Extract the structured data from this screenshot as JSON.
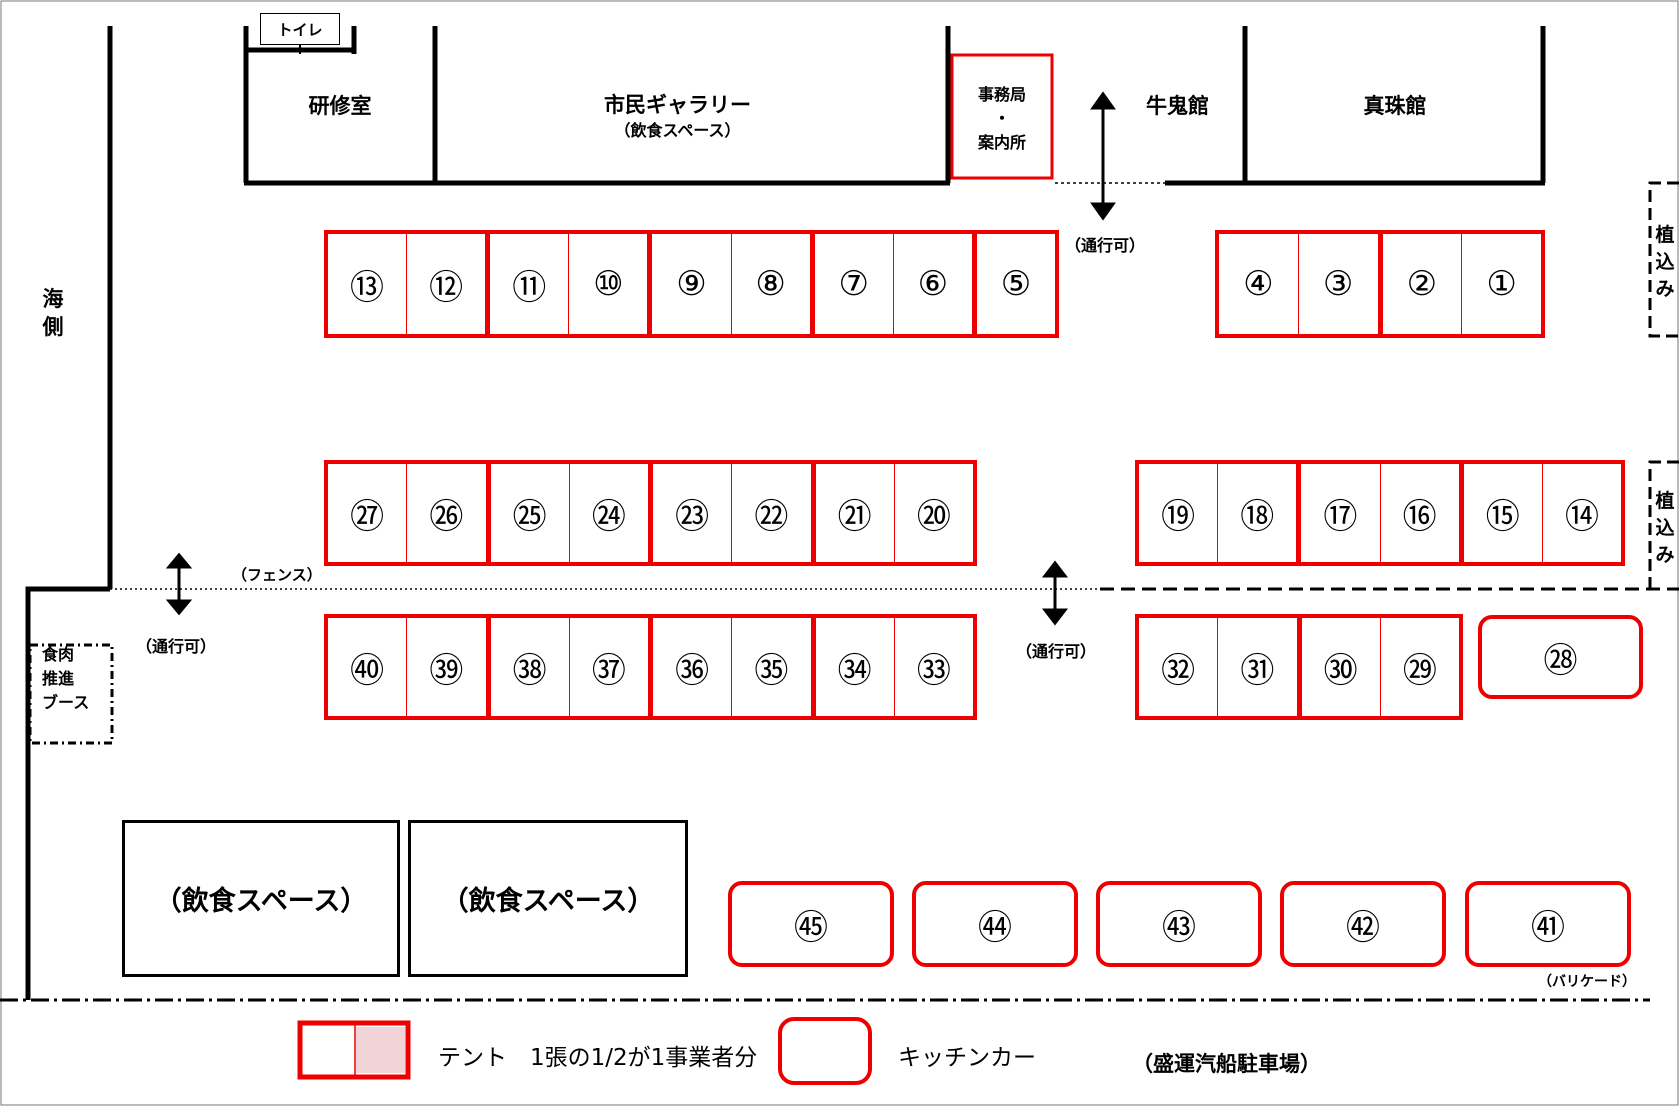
{
  "rooms": {
    "toilet": "トイレ",
    "training": "研修室",
    "gallery": "市民ギャラリー",
    "gallery_sub": "（飲食スペース）",
    "office_1": "事務局",
    "office_dot": "・",
    "office_2": "案内所",
    "gyuki": "牛鬼館",
    "shinju": "真珠館"
  },
  "labels": {
    "sea_1": "海",
    "sea_2": "側",
    "passable": "（通行可）",
    "fence": "（フェンス）",
    "planting": [
      "植",
      "込",
      "み"
    ],
    "meat_booth": [
      "食肉",
      "推進",
      "ブース"
    ],
    "barricade": "（バリケード）",
    "dining_space": "（飲食スペース）"
  },
  "tent_rows": {
    "row1_left": [
      "⑬",
      "⑫",
      "⑪",
      "⑩",
      "⑨",
      "⑧",
      "⑦",
      "⑥",
      "⑤"
    ],
    "row1_right": [
      "④",
      "③",
      "②",
      "①"
    ],
    "row2_left": [
      "㉗",
      "㉖",
      "㉕",
      "㉔",
      "㉓",
      "㉒",
      "㉑",
      "⑳"
    ],
    "row2_right": [
      "⑲",
      "⑱",
      "⑰",
      "⑯",
      "⑮",
      "⑭"
    ],
    "row3_left": [
      "㊵",
      "㊴",
      "㊳",
      "㊲",
      "㊱",
      "㉟",
      "㉞",
      "㉝"
    ],
    "row3_right": [
      "㉜",
      "㉛",
      "㉚",
      "㉙"
    ]
  },
  "kitchen_cars": {
    "k28": "㉘",
    "row4": [
      "㊺",
      "㊹",
      "㊸",
      "㊷",
      "㊶"
    ]
  },
  "legend": {
    "tent_text": "テント　1張の1/2が1事業者分",
    "kitchen_text": "キッチンカー",
    "parking": "（盛運汽船駐車場）"
  },
  "colors": {
    "tent_border": "#e00000",
    "tent_half_fill": "#f0d4d8",
    "wall": "#000000"
  }
}
